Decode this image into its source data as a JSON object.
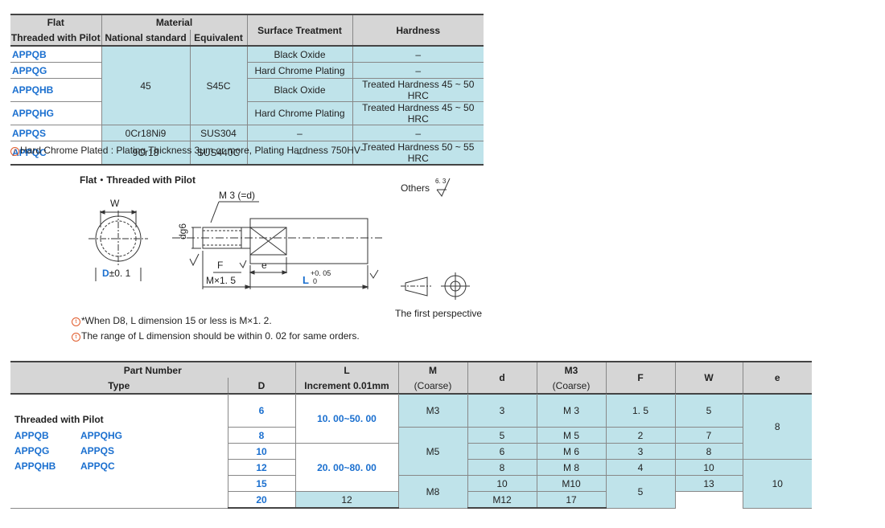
{
  "material_table": {
    "headers": {
      "flat": "Flat",
      "threaded": "Threaded with Pilot",
      "material": "Material",
      "national": "National standard",
      "equivalent": "Equivalent",
      "surface": "Surface Treatment",
      "hardness": "Hardness"
    },
    "rows": [
      {
        "part": "APPQB",
        "surface": "Black Oxide",
        "hardness": "–"
      },
      {
        "part": "APPQG",
        "surface": "Hard Chrome Plating",
        "hardness": "–"
      },
      {
        "part": "APPQHB",
        "surface": "Black Oxide",
        "hardness": "Treated Hardness 45 ~ 50 HRC"
      },
      {
        "part": "APPQHG",
        "surface": "Hard Chrome Plating",
        "hardness": "Treated Hardness 45 ~ 50 HRC"
      },
      {
        "part": "APPQS",
        "national": "0Cr18Ni9",
        "equivalent": "SUS304",
        "surface": "–",
        "hardness": "–"
      },
      {
        "part": "APPQC",
        "national": "9Cr18",
        "equivalent": "SUS440C",
        "surface": "–",
        "hardness": "Treated Hardness 50 ~ 55 HRC"
      }
    ],
    "merged_national": "45",
    "merged_equivalent": "S45C"
  },
  "plating_note": "Hard Chrome Plated : Plating Thickness 3μm or more, Plating Hardness 750HV~",
  "note_icon": "t",
  "drawing": {
    "title": "Flat・Threaded with Pilot",
    "w_label": "W",
    "d_label": "D",
    "d_tol": "±0. 1",
    "m3_label": "M 3 (=d)",
    "dg6_label": "dg6",
    "f_label": "F",
    "e_label": "e",
    "mx_label": "M×1. 5",
    "l_label": "L",
    "l_tol_top": "+0. 05",
    "l_tol_bottom": "0",
    "others_label": "Others",
    "roughness": "6. 3",
    "perspective_label": "The first perspective"
  },
  "notes": [
    "*When D8,  L dimension 15 or less is M×1. 2.",
    "The range of L dimension should be within 0. 02 for same orders."
  ],
  "part_table": {
    "headers": {
      "part_number": "Part Number",
      "type": "Type",
      "d_upper": "D",
      "l": "L",
      "l_sub": "Increment 0.01mm",
      "m": "M",
      "m_sub": "(Coarse)",
      "d_lower": "d",
      "m3": "M3",
      "m3_sub": "(Coarse)",
      "f": "F",
      "w": "W",
      "e": "e"
    },
    "type_title": "Threaded with Pilot",
    "type_codes": [
      "APPQB",
      "APPQHG",
      "APPQG",
      "APPQS",
      "APPQHB",
      "APPQC"
    ],
    "rows": [
      {
        "D": "6",
        "d": "3",
        "M3": "M 3",
        "F": "1. 5",
        "W": "5"
      },
      {
        "D": "8",
        "d": "5",
        "M3": "M 5",
        "F": "2",
        "W": "7"
      },
      {
        "D": "10",
        "d": "6",
        "M3": "M 6",
        "F": "3",
        "W": "8"
      },
      {
        "D": "12",
        "d": "8",
        "M3": "M 8",
        "F": "4",
        "W": "10"
      },
      {
        "D": "15",
        "d": "10",
        "M3": "M10",
        "W": "13"
      },
      {
        "D": "20",
        "d": "12",
        "M3": "M12",
        "W": "17"
      }
    ],
    "l_ranges": [
      "10. 00~50. 00",
      "20. 00~80. 00"
    ],
    "m_values": [
      "M3",
      "M5",
      "M8"
    ],
    "f_merged": "5",
    "e_values": [
      "8",
      "10"
    ]
  }
}
